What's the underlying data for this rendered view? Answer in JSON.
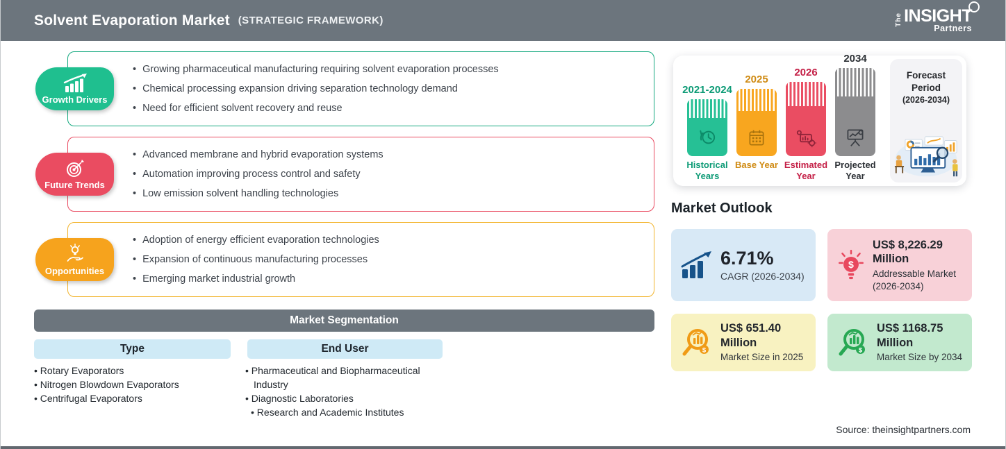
{
  "header": {
    "title": "Solvent Evaporation Market",
    "subtitle": "(STRATEGIC FRAMEWORK)",
    "logo": {
      "the": "The",
      "insight": "INSIGHT",
      "partners": "Partners"
    }
  },
  "framework": [
    {
      "label": "Growth Drivers",
      "icon": "growth-chart-icon",
      "color": "#1fbf8f",
      "items": [
        "Growing pharmaceutical manufacturing requiring solvent evaporation processes",
        "Chemical processing expansion driving separation technology demand",
        "Need for efficient solvent recovery and reuse"
      ]
    },
    {
      "label": "Future Trends",
      "icon": "target-icon",
      "color": "#ea4c61",
      "items": [
        "Advanced membrane and hybrid evaporation systems",
        "Automation improving process control and safety",
        "Low emission solvent handling technologies"
      ]
    },
    {
      "label": "Opportunities",
      "icon": "idea-hand-icon",
      "color": "#f6a31d",
      "items": [
        "Adoption of energy efficient evaporation technologies",
        "Expansion of continuous manufacturing processes",
        "Emerging market industrial growth"
      ]
    }
  ],
  "segmentation": {
    "title": "Market Segmentation",
    "columns": [
      {
        "header": "Type",
        "items": [
          "Rotary Evaporators",
          "Nitrogen Blowdown Evaporators",
          "Centrifugal Evaporators"
        ]
      },
      {
        "header": "End User",
        "items": [
          "Pharmaceutical and Biopharmaceutical Industry",
          "Diagnostic Laboratories",
          "Research and Academic Institutes"
        ]
      }
    ]
  },
  "timeline": {
    "bars": [
      {
        "year": "2021-2024",
        "label": "Historical Years",
        "color": "#26c095",
        "icon": "history-clock-icon"
      },
      {
        "year": "2025",
        "label": "Base Year",
        "color": "#f8a61f",
        "icon": "calendar-icon"
      },
      {
        "year": "2026",
        "label": "Estimated Year",
        "color": "#ea4d62",
        "icon": "estimate-chart-icon"
      },
      {
        "year": "2034",
        "label": "Projected Year",
        "color": "#8c8c8e",
        "icon": "projection-screen-icon"
      }
    ],
    "forecast": {
      "title": "Forecast Period",
      "range": "(2026-2034)"
    }
  },
  "outlook": {
    "title": "Market Outlook",
    "cards": [
      {
        "value": "6.71%",
        "caption": "CAGR (2026-2034)",
        "bg": "#d8e9f6",
        "icon": "cagr-growth-icon"
      },
      {
        "value": "US$ 8,226.29 Million",
        "caption": "Addressable Market (2026-2034)",
        "bg": "#f8d1d8",
        "icon": "bulb-dollar-icon"
      },
      {
        "value": "US$ 651.40 Million",
        "caption": "Market Size in 2025",
        "bg": "#f8f2c1",
        "icon": "magnifier-chart-orange-icon"
      },
      {
        "value": "US$ 1168.75 Million",
        "caption": "Market Size by 2034",
        "bg": "#c2e9ce",
        "icon": "magnifier-chart-green-icon"
      }
    ]
  },
  "footer": {
    "source": "Source: theinsightpartners.com"
  },
  "colors": {
    "header_bg": "#6c757d",
    "growth_drivers": "#1fbf8f",
    "future_trends": "#ea4c61",
    "opportunities": "#f6a31d",
    "segmentation_header_bg": "#cfeaf6",
    "bottom_strip": "#62686f"
  }
}
